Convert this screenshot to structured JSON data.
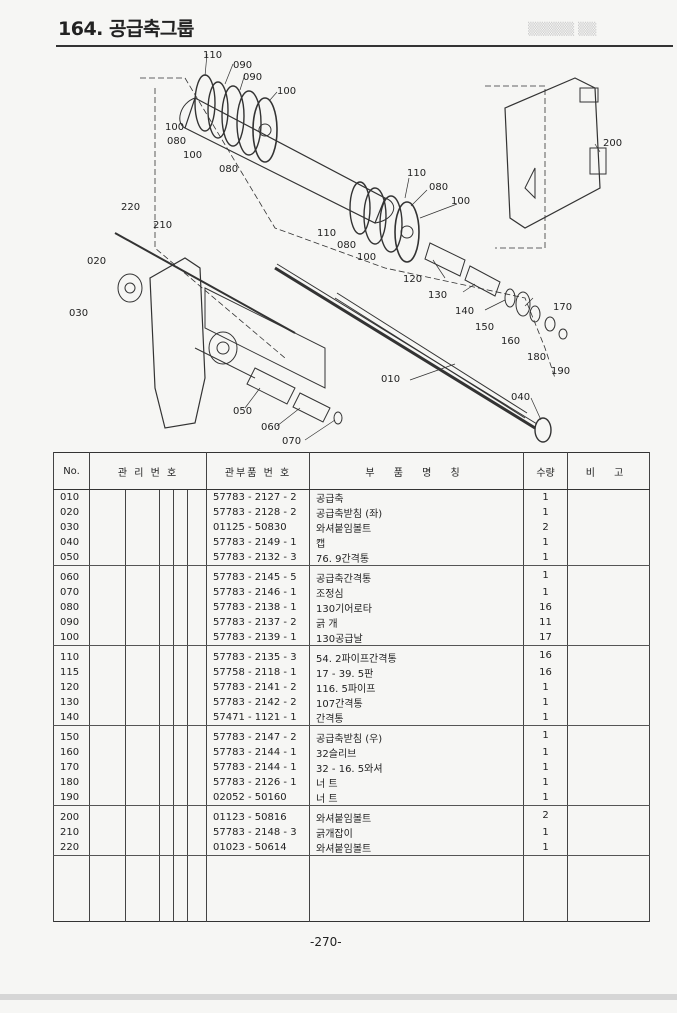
{
  "page": {
    "title": "164. 공급축그룹",
    "page_number": "-270-"
  },
  "diagram": {
    "callouts": [
      "110",
      "090",
      "090",
      "100",
      "100",
      "080",
      "100",
      "080",
      "110",
      "080",
      "100",
      "110",
      "080",
      "100",
      "120",
      "130",
      "140",
      "150",
      "160",
      "170",
      "180",
      "190",
      "200",
      "220",
      "210",
      "020",
      "030",
      "050",
      "060",
      "070",
      "010",
      "040"
    ]
  },
  "table": {
    "headers": {
      "no": "No.",
      "mgmt": "관 리 번 호",
      "part_no": "관부품 번 호",
      "name": "부 품 명 칭",
      "qty": "수량",
      "note": "비 고"
    },
    "groups": [
      [
        {
          "no": "010",
          "part": "57783 - 2127 - 2",
          "name": "공급축",
          "qty": "1"
        },
        {
          "no": "020",
          "part": "57783 - 2128 - 2",
          "name": "공급축받침 (좌)",
          "qty": "1"
        },
        {
          "no": "030",
          "part": "01125 - 50830",
          "name": "와셔붙임볼트",
          "qty": "2"
        },
        {
          "no": "040",
          "part": "57783 - 2149 - 1",
          "name": "캡",
          "qty": "1"
        },
        {
          "no": "050",
          "part": "57783 - 2132 - 3",
          "name": "76. 9간격통",
          "qty": "1"
        }
      ],
      [
        {
          "no": "060",
          "part": "57783 - 2145 - 5",
          "name": "공급축간격통",
          "qty": "1"
        },
        {
          "no": "070",
          "part": "57783 - 2146 - 1",
          "name": "조정심",
          "qty": "1"
        },
        {
          "no": "080",
          "part": "57783 - 2138 - 1",
          "name": "130기어로타",
          "qty": "16"
        },
        {
          "no": "090",
          "part": "57783 - 2137 - 2",
          "name": "긁 개",
          "qty": "11"
        },
        {
          "no": "100",
          "part": "57783 - 2139 - 1",
          "name": "130공급날",
          "qty": "17"
        }
      ],
      [
        {
          "no": "110",
          "part": "57783 - 2135 - 3",
          "name": "54. 2파이프간격통",
          "qty": "16"
        },
        {
          "no": "115",
          "part": "57758 - 2118 - 1",
          "name": "17 - 39. 5판",
          "qty": "16"
        },
        {
          "no": "120",
          "part": "57783 - 2141 - 2",
          "name": "116. 5파이프",
          "qty": "1"
        },
        {
          "no": "130",
          "part": "57783 - 2142 - 2",
          "name": "107간격통",
          "qty": "1"
        },
        {
          "no": "140",
          "part": "57471 - 1121 - 1",
          "name": "간격통",
          "qty": "1"
        }
      ],
      [
        {
          "no": "150",
          "part": "57783 - 2147 - 2",
          "name": "공급축받침 (우)",
          "qty": "1"
        },
        {
          "no": "160",
          "part": "57783 - 2144 - 1",
          "name": "32슬리브",
          "qty": "1"
        },
        {
          "no": "170",
          "part": "57783 - 2144 - 1",
          "name": "32 - 16. 5와셔",
          "qty": "1"
        },
        {
          "no": "180",
          "part": "57783 - 2126 - 1",
          "name": "너 트",
          "qty": "1"
        },
        {
          "no": "190",
          "part": "02052 - 50160",
          "name": "너 트",
          "qty": "1"
        }
      ],
      [
        {
          "no": "200",
          "part": "01123 - 50816",
          "name": "와셔붙임볼트",
          "qty": "2"
        },
        {
          "no": "210",
          "part": "57783 - 2148 - 3",
          "name": "긁개잡이",
          "qty": "1"
        },
        {
          "no": "220",
          "part": "01023 - 50614",
          "name": "와셔붙임볼트",
          "qty": "1"
        }
      ]
    ]
  }
}
